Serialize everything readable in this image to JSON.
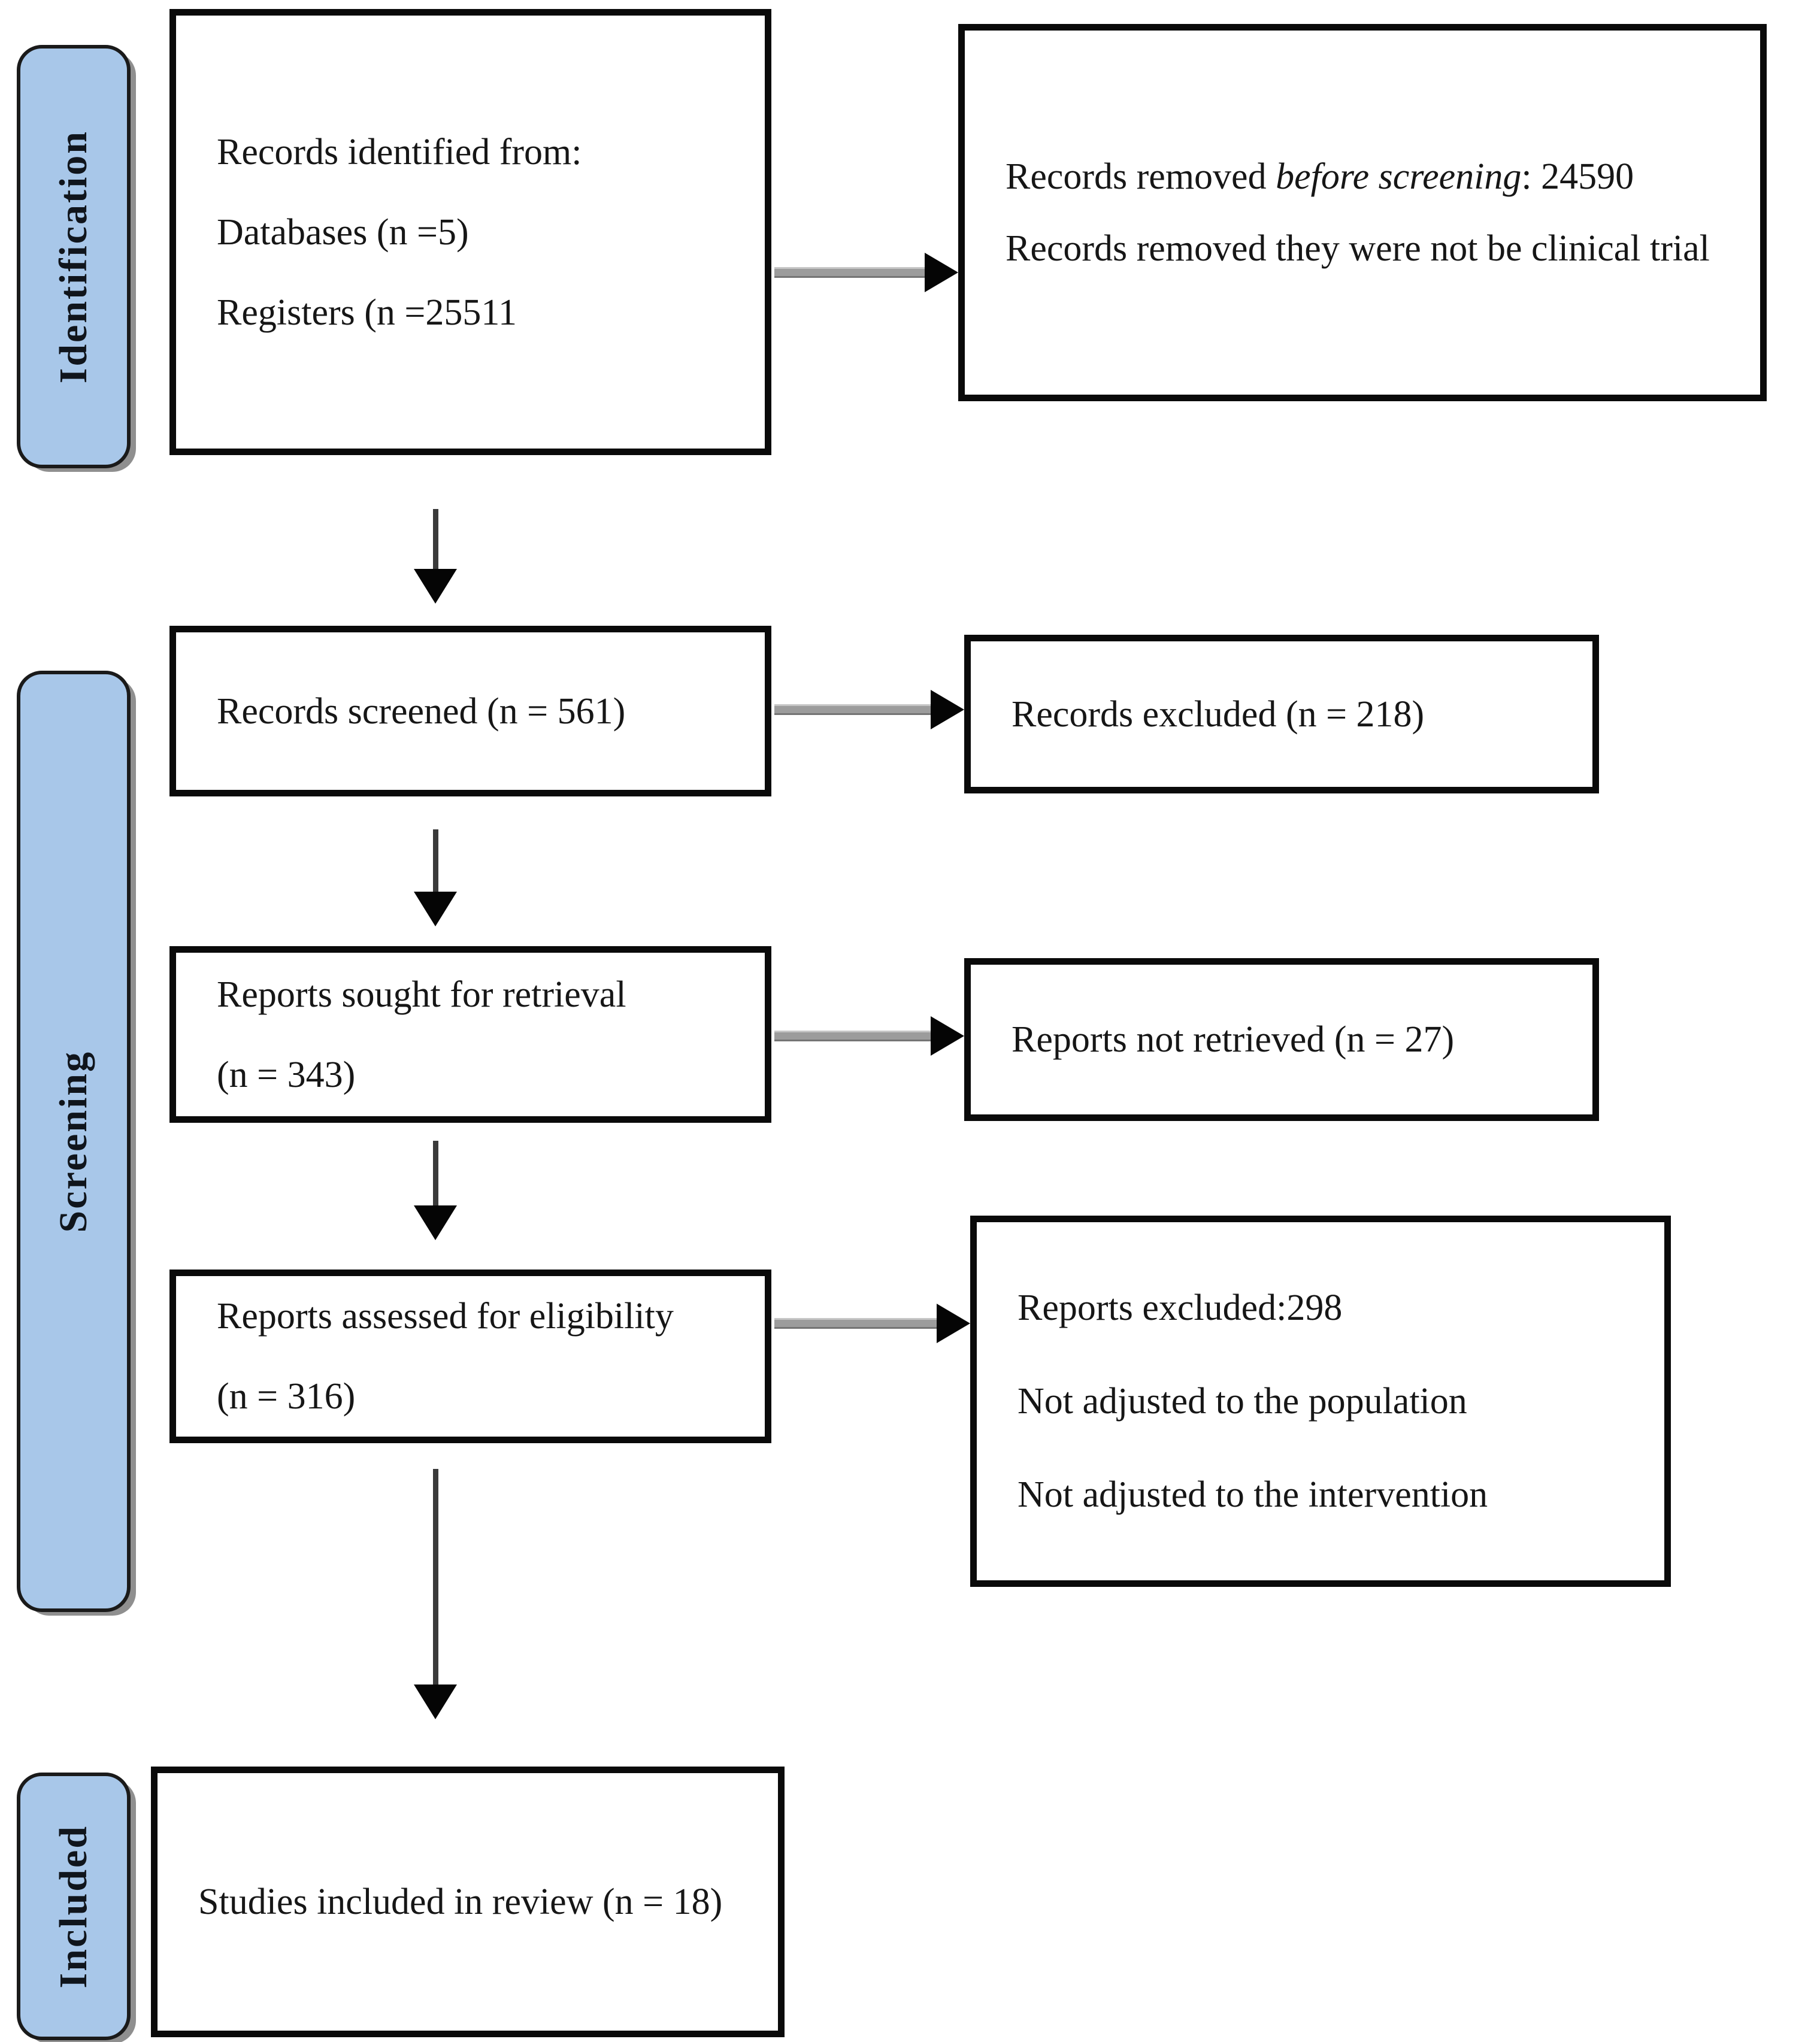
{
  "stages": [
    {
      "label": "Identification"
    },
    {
      "label": "Screening"
    },
    {
      "label": "Included"
    }
  ],
  "boxes": {
    "identified": {
      "lines": [
        "Records identified from:",
        "Databases (n =5)",
        "Registers (n =25511"
      ]
    },
    "removed": {
      "line1_prefix": "Records removed ",
      "line1_italic": "before screening",
      "line1_suffix": ": 24590",
      "line2": "Records removed they were not be clinical trial"
    },
    "screened": {
      "text": "Records screened (n = 561)"
    },
    "excluded": {
      "text": "Records excluded (n = 218)"
    },
    "sought": {
      "lines": [
        "Reports sought for retrieval",
        "(n = 343)"
      ]
    },
    "not_retrieved": {
      "text": "Reports not retrieved (n = 27)"
    },
    "assessed": {
      "lines": [
        "Reports assessed for eligibility",
        "(n = 316)"
      ]
    },
    "reports_excluded": {
      "lines": [
        "Reports excluded:298",
        "Not adjusted to the population",
        "Not adjusted to the intervention"
      ]
    },
    "included_studies": {
      "text": "Studies included in review (n = 18)"
    }
  },
  "colors": {
    "stage_fill": "#a8c7e9",
    "stage_border": "#1a1a1a",
    "box_border": "#0a0a0a",
    "arrow_gray": "#9c9c9c",
    "arrow_dark": "#3a3a3a",
    "arrow_head": "#050505",
    "text": "#161616"
  }
}
